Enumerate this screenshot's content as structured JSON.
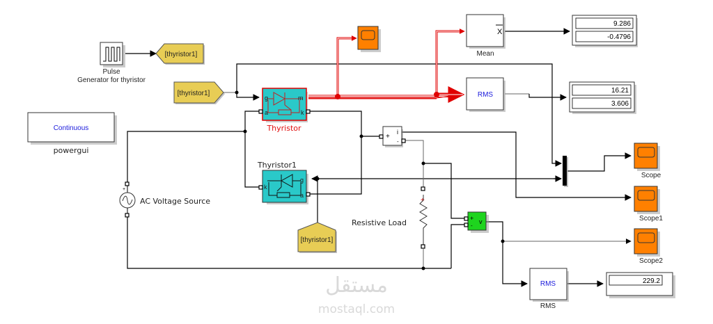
{
  "diagram": {
    "title": "Thyristor AC circuit with resistive load",
    "colors": {
      "goto_tag": "#e8cd55",
      "thyristor": "#2ac9c9",
      "scope": "#ff8000",
      "voltage_meas": "#1ed41e",
      "bus_signal": "#e00000",
      "block_text_blue": "#1a1adc"
    },
    "blocks": {
      "pulse_gen": {
        "label_line1": "Pulse",
        "label_line2": "Generator for thyristor"
      },
      "goto_top": {
        "tag": "[thyristor1]"
      },
      "from_left": {
        "tag": "[thyristor1]"
      },
      "from_bottom": {
        "tag": "[thyristor1]"
      },
      "powergui": {
        "mode": "Continuous",
        "label": "powergui"
      },
      "ac_source": {
        "label": "AC Voltage Source",
        "plus": "+"
      },
      "thyristor": {
        "label": "Thyristor",
        "port_g": "g",
        "port_m": "m",
        "port_a": "a",
        "port_k": "k"
      },
      "thyristor1": {
        "label": "Thyristor1",
        "port_k": "k",
        "port_g": "g",
        "port_a": "a"
      },
      "current_meas": {
        "plus": "+",
        "minus": "-",
        "out": "i"
      },
      "voltage_meas": {
        "plus": "+",
        "minus": "-",
        "out": "v"
      },
      "resistive_load": {
        "label": "Resistive Load"
      },
      "mean": {
        "symbol": "X̅",
        "label": "Mean"
      },
      "rms_top": {
        "text": "RMS"
      },
      "rms_bottom": {
        "text": "RMS",
        "label": "RMS"
      },
      "scope_top": {
        "label": ""
      },
      "scope": {
        "label": "Scope"
      },
      "scope1": {
        "label": "Scope1"
      },
      "scope2": {
        "label": "Scope2"
      }
    },
    "displays": {
      "mean_display": {
        "values": [
          "9.286",
          "-0.4796"
        ]
      },
      "rms_display": {
        "values": [
          "16.21",
          "3.606"
        ]
      },
      "rms_bottom_display": {
        "values": [
          "229.2"
        ]
      }
    },
    "watermark": {
      "arabic": "مستقل",
      "latin": "mostaql.com"
    }
  }
}
